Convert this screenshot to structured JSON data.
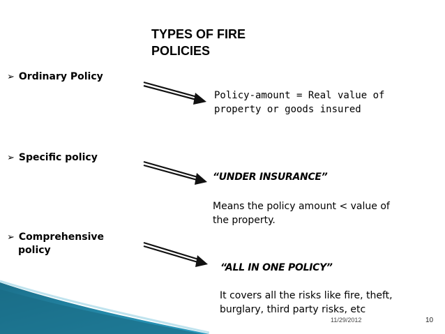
{
  "slide": {
    "title_line1": "TYPES OF FIRE",
    "title_line2": "POLICIES",
    "bullets": [
      {
        "label": "Ordinary Policy"
      },
      {
        "label": "Specific policy"
      },
      {
        "label_line1": "Comprehensive",
        "label_line2": "policy"
      }
    ],
    "ordinary_desc_line1": "Policy-amount = Real value of",
    "ordinary_desc_line2": "property or goods insured",
    "specific_emphasis": "“UNDER INSURANCE”",
    "specific_desc_line1": "Means the policy amount < value of",
    "specific_desc_line2": "the property.",
    "comprehensive_emphasis": "“ALL IN ONE POLICY”",
    "comprehensive_desc_line1": "It covers all the risks like fire, theft,",
    "comprehensive_desc_line2": "burglary, third party risks, etc",
    "date": "11/29/2012",
    "page_number": "10",
    "bullet_marker": "➢"
  },
  "theme": {
    "accent_teal": "#1b7f9e",
    "accent_light": "#9fd2e2",
    "arrow_color": "#111111"
  }
}
